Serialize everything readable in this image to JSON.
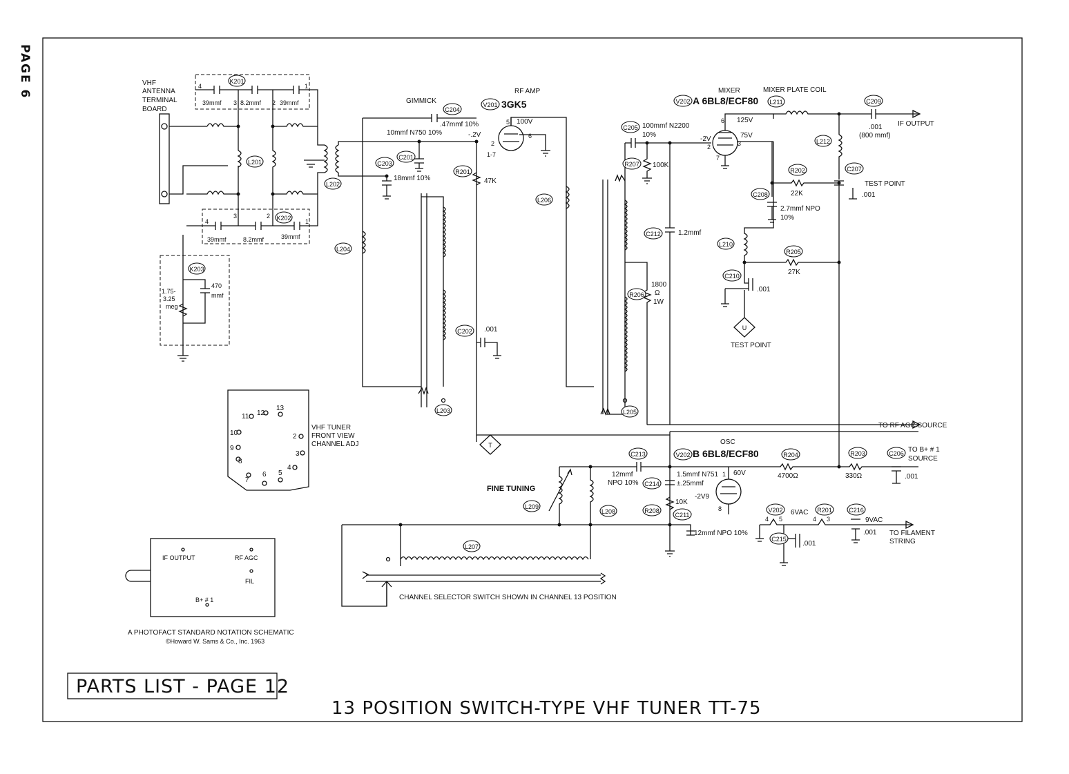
{
  "page_label": "PAGE 6",
  "title": "13 POSITION SWITCH-TYPE VHF TUNER TT-75",
  "parts_list": "PARTS LIST - PAGE 12",
  "credit": [
    "A PHOTOFACT STANDARD NOTATION SCHEMATIC",
    "©Howard W. Sams & Co., Inc. 1963"
  ],
  "antenna_label": [
    "VHF",
    "ANTENNA",
    "TERMINAL",
    "BOARD"
  ],
  "tubes": {
    "v201": {
      "ref": "V201",
      "label": "RF AMP",
      "type": "3GK5",
      "plate": "100V",
      "grid": "-.2V"
    },
    "v202a": {
      "ref": "V202",
      "label": "MIXER",
      "type": "A 6BL8/ECF80",
      "v1": "125V",
      "v2": "75V",
      "grid": "-2V"
    },
    "v202b": {
      "ref": "V202",
      "label": "OSC",
      "type": "B 6BL8/ECF80",
      "plate": "60V",
      "grid": "-2V9"
    }
  },
  "components": {
    "k201": "K201",
    "k202": "K202",
    "k203": "K203",
    "l201": "L201",
    "l202": "L202",
    "l203": "L203",
    "l204": "L204",
    "l205": "L205",
    "l206": "L206",
    "l207": "L207",
    "l208": "L208",
    "l209": "L209",
    "l210": "L210",
    "l211": "L211",
    "l212": "L212",
    "c201": "C201",
    "c202": "C202",
    "c203": "C203",
    "c204": "C204",
    "c205": "C205",
    "c206": "C206",
    "c207": "C207",
    "c208": "C208",
    "c209": "C209",
    "c210": "C210",
    "c211": "C211",
    "c212": "C212",
    "c213": "C213",
    "c214": "C214",
    "c215": "C215",
    "c216": "C216",
    "r201": "R201",
    "r202": "R202",
    "r203": "R203",
    "r204": "R204",
    "r205": "R205",
    "r206": "R206",
    "r207": "R207",
    "r208": "R208"
  },
  "values": {
    "k201_a": "39mmf",
    "k201_b": "8.2mmf",
    "k201_c": "39mmf",
    "k202_a": "39mmf",
    "k202_b": "8.2mmf",
    "k202_c": "39mmf",
    "k203_c": [
      "470",
      "mmf"
    ],
    "k203_r": [
      "1.75-",
      "3.25",
      "meg"
    ],
    "gimmick": "GIMMICK",
    "c204": ".47mmf 10%",
    "c201": "10mmf N750 10%",
    "c203": "18mmf 10%",
    "r201": "47K",
    "c202": ".001",
    "c205": [
      "100mmf N2200",
      "10%"
    ],
    "r207": "100K",
    "c212": "1.2mmf",
    "r206": [
      "1800",
      "Ω",
      "1W"
    ],
    "c209": [
      ".001",
      "(800 mmf)"
    ],
    "r202": "22K",
    "c208": [
      "2.7mmf NPO",
      "10%"
    ],
    "c207": ".001",
    "r205": "27K",
    "c210": ".001",
    "c213": [
      "12mmf",
      "NPO 10%"
    ],
    "c214": [
      "1.5mmf N751",
      "±.25mmf"
    ],
    "r208": "10K",
    "c211": "12mmf NPO 10%",
    "r204": "4700Ω",
    "r203": "330Ω",
    "c206": ".001",
    "fil_v202": "6VAC",
    "fil_v201": "9VAC",
    "c216": ".001",
    "c215": ".001"
  },
  "signals": {
    "if_output": "IF OUTPUT",
    "test_point": "TEST POINT",
    "test_point_u": "TEST POINT",
    "mixer_plate_coil": "MIXER PLATE COIL",
    "rf_agc": "TO RF AGC SOURCE",
    "bplus": [
      "TO B+ # 1",
      "SOURCE"
    ],
    "filament": [
      "TO FILAMENT",
      "STRING"
    ],
    "fine_tuning": "FINE TUNING",
    "selector": "CHANNEL SELECTOR SWITCH SHOWN IN CHANNEL 13 POSITION",
    "tp_t": "T",
    "tp_u": "U"
  },
  "front_view": {
    "label": [
      "VHF TUNER",
      "FRONT VIEW",
      "CHANNEL ADJ"
    ],
    "channels": [
      "2",
      "3",
      "4",
      "5",
      "6",
      "7",
      "8",
      "9",
      "10",
      "11",
      "12",
      "13"
    ]
  },
  "connector": {
    "if_output": "IF OUTPUT",
    "rf_agc": "RF AGC",
    "fil": "FIL",
    "bplus": "B+ # 1"
  }
}
